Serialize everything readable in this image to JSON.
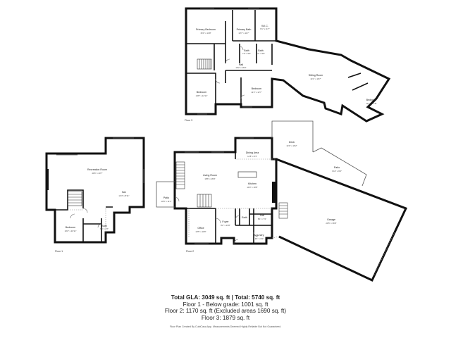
{
  "floors": [
    {
      "label": "Floor 1",
      "rooms": [
        {
          "name": "Recreation Room",
          "dim": "40'6\" x 20'7\""
        },
        {
          "name": "Bar",
          "dim": "12'3\" x 8'11\""
        },
        {
          "name": "Bedroom",
          "dim": "10'2\" x 10'11\""
        },
        {
          "name": "Bath",
          "dim": "7'6\" x 4'7\""
        }
      ]
    },
    {
      "label": "Floor 2",
      "rooms": [
        {
          "name": "Dining Area",
          "dim": "14'8\" x 9'3\""
        },
        {
          "name": "Living Room",
          "dim": "18'6\" x 16'9\""
        },
        {
          "name": "Kitchen",
          "dim": "14'0\" x 19'8\""
        },
        {
          "name": "Patio",
          "dim": "10'5\" x 11'1\""
        },
        {
          "name": "Deck",
          "dim": "14'0\" x 16'2\""
        },
        {
          "name": "Patio",
          "dim": "3'10\" x 6'6\""
        },
        {
          "name": "Garage",
          "dim": "20'5\" x 36'8\""
        },
        {
          "name": "Office",
          "dim": "10'5\" x 11'8\""
        },
        {
          "name": "Foyer",
          "dim": "9'2\" x 13'8\""
        },
        {
          "name": "Bath",
          "dim": ""
        },
        {
          "name": "Hall",
          "dim": "8'1\" x 7'2\""
        },
        {
          "name": "Laundry",
          "dim": "9'1\" x 6'2\""
        }
      ]
    },
    {
      "label": "Floor 3",
      "rooms": [
        {
          "name": "Primary Bedroom",
          "dim": "15'0\" x 14'8\""
        },
        {
          "name": "Primary Bath",
          "dim": "10'7\" x 11'7\""
        },
        {
          "name": "W.I.C.",
          "dim": "6'1\" x 11'7\""
        },
        {
          "name": "Bath",
          "dim": "7'6\" x 5'5\""
        },
        {
          "name": "Bath",
          "dim": "5'1\" x 5'5\""
        },
        {
          "name": "Hall",
          "dim": "16'2\" x 16'0\""
        },
        {
          "name": "Bedroom",
          "dim": "14'8\" x 12'11\""
        },
        {
          "name": "Bedroom",
          "dim": "11'2\" x 12'7\""
        },
        {
          "name": "Sitting Room",
          "dim": "14'1\" x 19'7\""
        },
        {
          "name": "Bedroom",
          "dim": "11'11\" x 7'8\""
        }
      ]
    }
  ],
  "summary": {
    "title": "Total GLA: 3049 sq. ft | Total: 5740 sq. ft",
    "line1": "Floor 1 - Below grade: 1001 sq. ft",
    "line2": "Floor 2: 1170 sq. ft (Excluded areas 1690 sq. ft)",
    "line3": "Floor 3: 1879 sq. ft"
  },
  "footer": "Floor Plan Created By CubiCasa App. Measurements Deemed Highly Reliable But Not Guaranteed."
}
